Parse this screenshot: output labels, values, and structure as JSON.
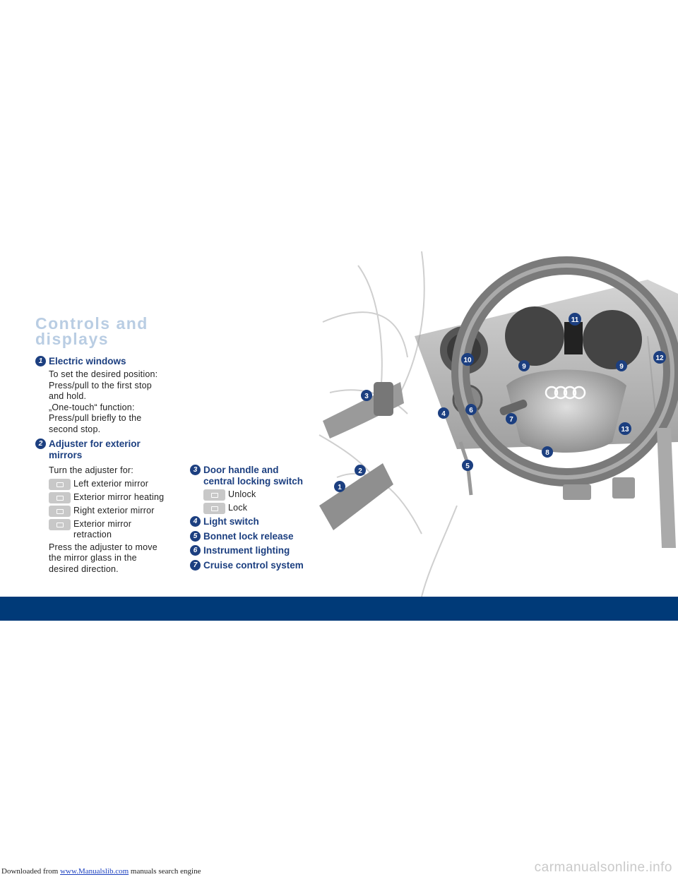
{
  "credit": {
    "prefix": "Downloaded from ",
    "link": "www.Manualslib.com",
    "suffix": " manuals search engine"
  },
  "watermark": "carmanualsonline.info",
  "title": {
    "line1": "Controls and",
    "line2": "displays"
  },
  "sections": {
    "s1": {
      "num": "1",
      "heading": "Electric windows",
      "lines": [
        "To set the desired position:",
        "Press/pull to the first stop",
        "and hold.",
        "„One-touch“ function:",
        "Press/pull briefly to the",
        "second stop."
      ]
    },
    "s2": {
      "num": "2",
      "heading_1": "Adjuster for exterior",
      "heading_2": "mirrors",
      "intro": "Turn the adjuster for:",
      "options": [
        "Left exterior mirror",
        "Exterior mirror heating",
        "Right exterior mirror",
        "Exterior mirror",
        "retraction"
      ],
      "outro": [
        "Press the adjuster to move",
        "the mirror glass in the",
        "desired direction."
      ]
    },
    "s3": {
      "num": "3",
      "heading_1": "Door handle and",
      "heading_2": "central locking switch",
      "options": [
        "Unlock",
        "Lock"
      ]
    },
    "s4": {
      "num": "4",
      "heading": "Light switch"
    },
    "s5": {
      "num": "5",
      "heading": "Bonnet lock release"
    },
    "s6": {
      "num": "6",
      "heading": "Instrument lighting"
    },
    "s7": {
      "num": "7",
      "heading": "Cruise control system"
    }
  },
  "callouts": [
    "1",
    "2",
    "3",
    "4",
    "5",
    "6",
    "7",
    "8",
    "9",
    "9",
    "10",
    "11",
    "12",
    "13"
  ],
  "colors": {
    "accent": "#1c3f80",
    "band": "#003a78",
    "title": "#b9cde3"
  }
}
